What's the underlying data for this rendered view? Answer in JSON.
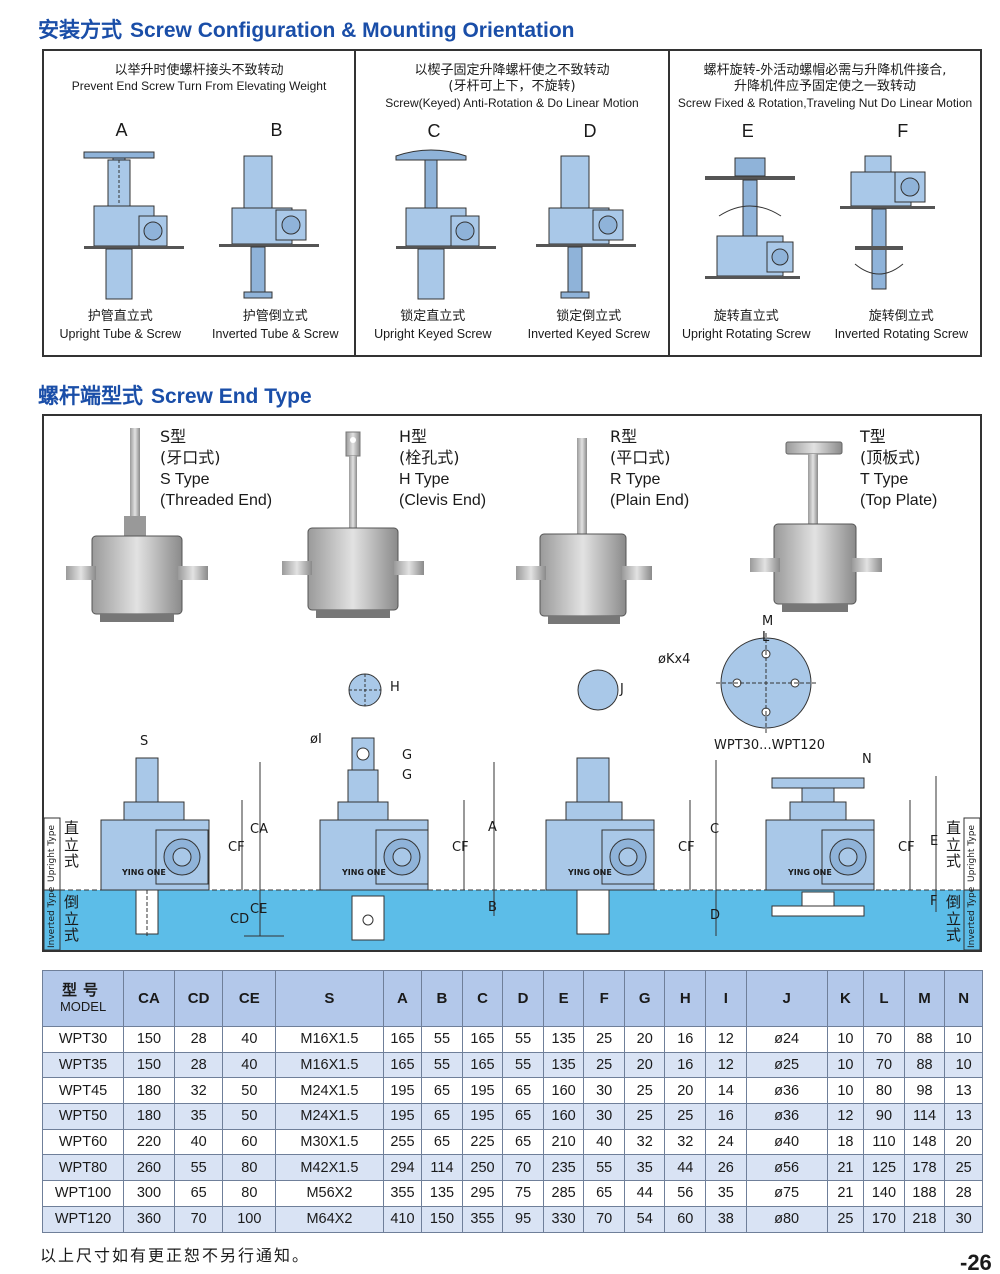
{
  "section1": {
    "title_cn": "安装方式",
    "title_en": "Screw Configuration & Mounting Orientation",
    "columns": [
      {
        "head_cn": [
          "以举升时使螺杆接头不致转动"
        ],
        "head_en": "Prevent End Screw Turn From Elevating Weight",
        "letters": [
          "A",
          "B"
        ],
        "captions_cn": [
          "护管直立式",
          "护管倒立式"
        ],
        "captions_en": [
          "Upright Tube & Screw",
          "Inverted Tube & Screw"
        ]
      },
      {
        "head_cn": [
          "以楔子固定升降螺杆使之不致转动",
          "(牙杆可上下，不旋转)"
        ],
        "head_en": "Screw(Keyed) Anti-Rotation & Do Linear Motion",
        "letters": [
          "C",
          "D"
        ],
        "captions_cn": [
          "锁定直立式",
          "锁定倒立式"
        ],
        "captions_en": [
          "Upright Keyed Screw",
          "Inverted Keyed Screw"
        ]
      },
      {
        "head_cn": [
          "螺杆旋转-外活动螺帽必需与升降机件接合,",
          "升降机件应予固定使之一致转动"
        ],
        "head_en": "Screw Fixed & Rotation,Traveling Nut Do Linear Motion",
        "letters": [
          "E",
          "F"
        ],
        "captions_cn": [
          "旋转直立式",
          "旋转倒立式"
        ],
        "captions_en": [
          "Upright Rotating Screw",
          "Inverted Rotating Screw"
        ]
      }
    ]
  },
  "section2": {
    "title_cn": "螺杆端型式",
    "title_en": "Screw End Type",
    "types": [
      {
        "code": "S型",
        "cn": "(牙口式)",
        "en1": "S Type",
        "en2": "(Threaded End)"
      },
      {
        "code": "H型",
        "cn": "(栓孔式)",
        "en1": "H Type",
        "en2": "(Clevis End)"
      },
      {
        "code": "R型",
        "cn": "(平口式)",
        "en1": "R Type",
        "en2": "(Plain End)"
      },
      {
        "code": "T型",
        "cn": "(顶板式)",
        "en1": "T Type",
        "en2": "(Top Plate)"
      }
    ],
    "dims": {
      "S": "S",
      "CA": "CA",
      "CF": "CF",
      "CE": "CE",
      "CD": "CD",
      "H": "H",
      "I": "øI",
      "G": "G",
      "A": "A",
      "B": "B",
      "J": "J",
      "C": "C",
      "D": "D",
      "M": "M",
      "L": "L",
      "K": "øKx4",
      "N": "N",
      "E": "E",
      "F": "F"
    },
    "plate_range": "WPT30...WPT120",
    "brand": "YING ONE",
    "upright_cn": "直立式",
    "upright_en": "Upright Type",
    "inverted_cn": "倒立式",
    "inverted_en": "Inverted Type"
  },
  "table": {
    "model_cn": "型号",
    "model_en": "MODEL",
    "headers": [
      "CA",
      "CD",
      "CE",
      "S",
      "A",
      "B",
      "C",
      "D",
      "E",
      "F",
      "G",
      "H",
      "I",
      "J",
      "K",
      "L",
      "M",
      "N"
    ],
    "rows": [
      [
        "WPT30",
        "150",
        "28",
        "40",
        "M16X1.5",
        "165",
        "55",
        "165",
        "55",
        "135",
        "25",
        "20",
        "16",
        "12",
        "ø24",
        "10",
        "70",
        "88",
        "10"
      ],
      [
        "WPT35",
        "150",
        "28",
        "40",
        "M16X1.5",
        "165",
        "55",
        "165",
        "55",
        "135",
        "25",
        "20",
        "16",
        "12",
        "ø25",
        "10",
        "70",
        "88",
        "10"
      ],
      [
        "WPT45",
        "180",
        "32",
        "50",
        "M24X1.5",
        "195",
        "65",
        "195",
        "65",
        "160",
        "30",
        "25",
        "20",
        "14",
        "ø36",
        "10",
        "80",
        "98",
        "13"
      ],
      [
        "WPT50",
        "180",
        "35",
        "50",
        "M24X1.5",
        "195",
        "65",
        "195",
        "65",
        "160",
        "30",
        "25",
        "25",
        "16",
        "ø36",
        "12",
        "90",
        "114",
        "13"
      ],
      [
        "WPT60",
        "220",
        "40",
        "60",
        "M30X1.5",
        "255",
        "65",
        "225",
        "65",
        "210",
        "40",
        "32",
        "32",
        "24",
        "ø40",
        "18",
        "110",
        "148",
        "20"
      ],
      [
        "WPT80",
        "260",
        "55",
        "80",
        "M42X1.5",
        "294",
        "114",
        "250",
        "70",
        "235",
        "55",
        "35",
        "44",
        "26",
        "ø56",
        "21",
        "125",
        "178",
        "25"
      ],
      [
        "WPT100",
        "300",
        "65",
        "80",
        "M56X2",
        "355",
        "135",
        "295",
        "75",
        "285",
        "65",
        "44",
        "56",
        "35",
        "ø75",
        "21",
        "140",
        "188",
        "28"
      ],
      [
        "WPT120",
        "360",
        "70",
        "100",
        "M64X2",
        "410",
        "150",
        "355",
        "95",
        "330",
        "70",
        "54",
        "60",
        "38",
        "ø80",
        "25",
        "170",
        "218",
        "30"
      ]
    ]
  },
  "footnote": "以上尺寸如有更正恕不另行通知。",
  "page_number": "-26"
}
